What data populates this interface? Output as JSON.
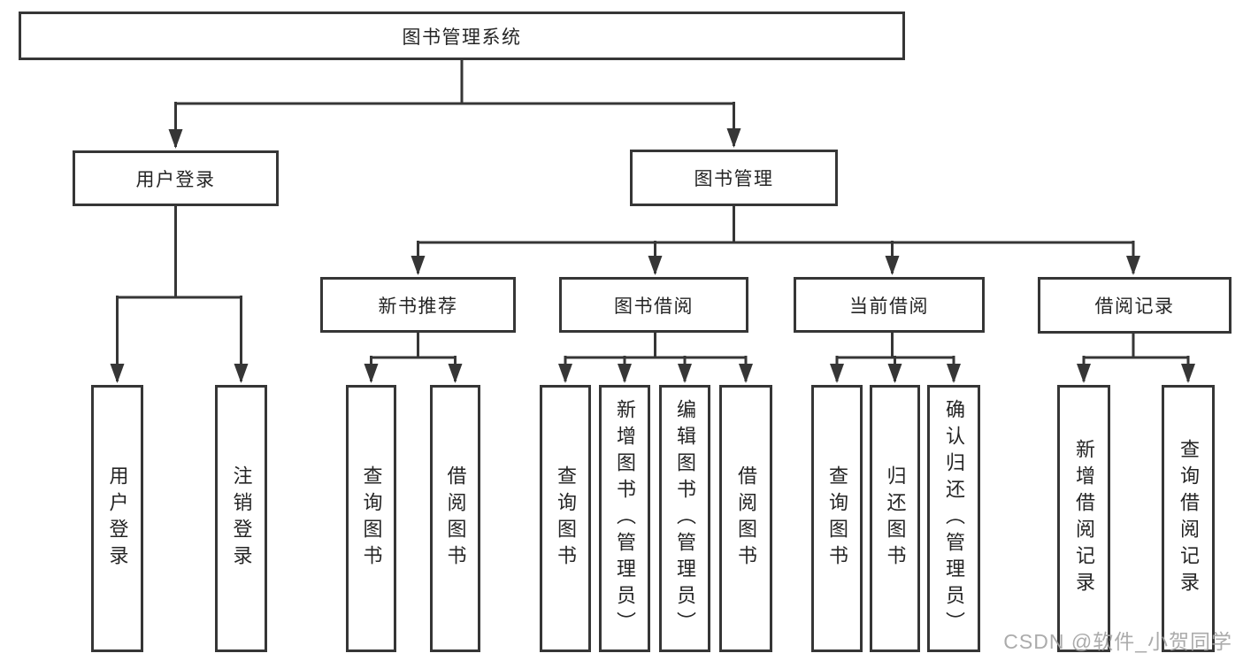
{
  "title": "图书管理系统",
  "level2": [
    "用户登录",
    "图书管理"
  ],
  "level3": [
    "新书推荐",
    "图书借阅",
    "当前借阅",
    "借阅记录"
  ],
  "leaves": {
    "login": [
      "用户登录",
      "注销登录"
    ],
    "newbook": [
      "查询图书",
      "借阅图书"
    ],
    "bookborrow": [
      "查询图书",
      "新增图书（管理员）",
      "编辑图书（管理员）",
      "借阅图书"
    ],
    "current": [
      "查询图书",
      "归还图书",
      "确认归还（管理员）"
    ],
    "records": [
      "新增借阅记录",
      "查询借阅记录"
    ]
  },
  "watermark": "CSDN @软件_小贺同学",
  "colors": {
    "line": "#363636",
    "text": "#252525",
    "watermark": "#a3a3a3",
    "background": "#ffffff"
  }
}
